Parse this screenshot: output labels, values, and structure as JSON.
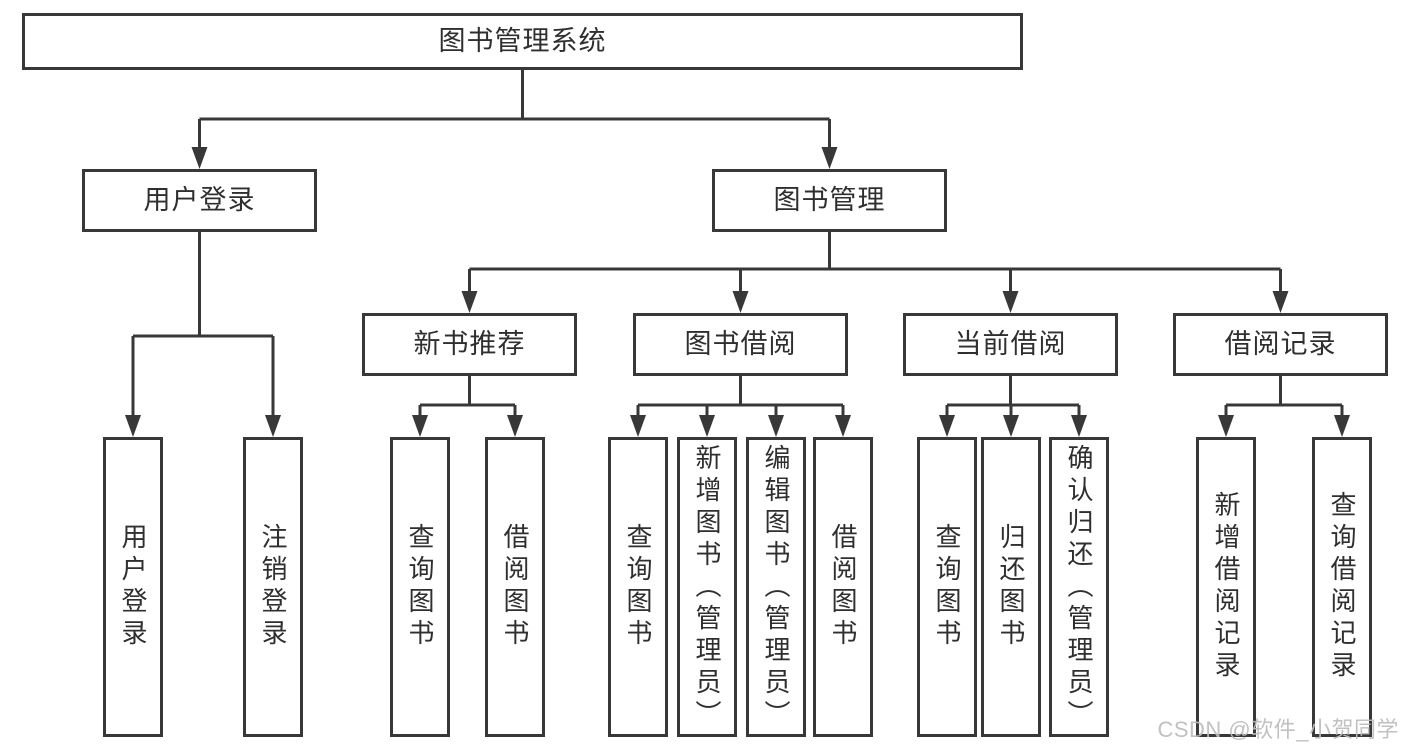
{
  "colors": {
    "background": "#ffffff",
    "line": "#383838",
    "box_border": "#383838",
    "label_text": "#2f2f2f",
    "watermark_text": "#bcbcbc"
  },
  "tree": {
    "label": "图书管理系统",
    "children": [
      {
        "label": "用户登录",
        "children": [
          {
            "label": "用户登录"
          },
          {
            "label": "注销登录"
          }
        ]
      },
      {
        "label": "图书管理",
        "children": [
          {
            "label": "新书推荐",
            "children": [
              {
                "label": "查询图书"
              },
              {
                "label": "借阅图书"
              }
            ]
          },
          {
            "label": "图书借阅",
            "children": [
              {
                "label": "查询图书"
              },
              {
                "label": "新增图书（管理员）"
              },
              {
                "label": "编辑图书（管理员）"
              },
              {
                "label": "借阅图书"
              }
            ]
          },
          {
            "label": "当前借阅",
            "children": [
              {
                "label": "查询图书"
              },
              {
                "label": "归还图书"
              },
              {
                "label": "确认归还（管理员）"
              }
            ]
          },
          {
            "label": "借阅记录",
            "children": [
              {
                "label": "新增借阅记录"
              },
              {
                "label": "查询借阅记录"
              }
            ]
          }
        ]
      }
    ]
  },
  "watermark": {
    "text": "CSDN @软件_小贺同学"
  }
}
